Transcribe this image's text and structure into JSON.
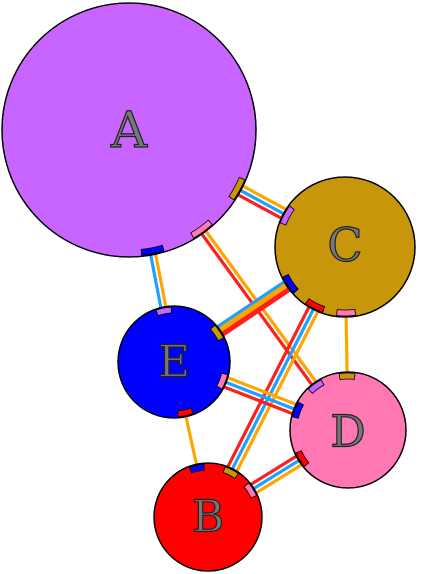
{
  "diagram": {
    "type": "chord-network",
    "nodes": [
      {
        "id": "A",
        "label": "A",
        "color": "#c864ff"
      },
      {
        "id": "C",
        "label": "C",
        "color": "#c8960a"
      },
      {
        "id": "E",
        "label": "E",
        "color": "#0000ff"
      },
      {
        "id": "D",
        "label": "D",
        "color": "#ff78b4"
      },
      {
        "id": "B",
        "label": "B",
        "color": "#ff0000"
      }
    ],
    "link_colors": [
      "#ffa500",
      "#1ea0ff",
      "#ff1e1e"
    ],
    "edges": [
      {
        "from": "A",
        "to": "C",
        "colors": [
          "#ffa500",
          "#1ea0ff",
          "#ff1e1e"
        ]
      },
      {
        "from": "A",
        "to": "E",
        "colors": [
          "#ffa500",
          "#1ea0ff"
        ]
      },
      {
        "from": "A",
        "to": "D",
        "colors": [
          "#ffa500",
          "#ff1e1e"
        ]
      },
      {
        "from": "C",
        "to": "E",
        "colors": [
          "#ff1e1e",
          "#ffa500"
        ]
      },
      {
        "from": "C",
        "to": "D",
        "colors": [
          "#ffa500"
        ]
      },
      {
        "from": "C",
        "to": "B",
        "colors": [
          "#ffa500",
          "#1ea0ff",
          "#ff1e1e"
        ]
      },
      {
        "from": "E",
        "to": "D",
        "colors": [
          "#ffa500",
          "#1ea0ff",
          "#ff1e1e"
        ]
      },
      {
        "from": "E",
        "to": "B",
        "colors": [
          "#ffa500"
        ]
      },
      {
        "from": "D",
        "to": "B",
        "colors": [
          "#ffa500",
          "#1ea0ff",
          "#ff1e1e"
        ]
      },
      {
        "from": "E",
        "to": "C",
        "colors": [
          "#1ea0ff",
          "#ffa500",
          "#ff1e1e"
        ]
      }
    ]
  }
}
